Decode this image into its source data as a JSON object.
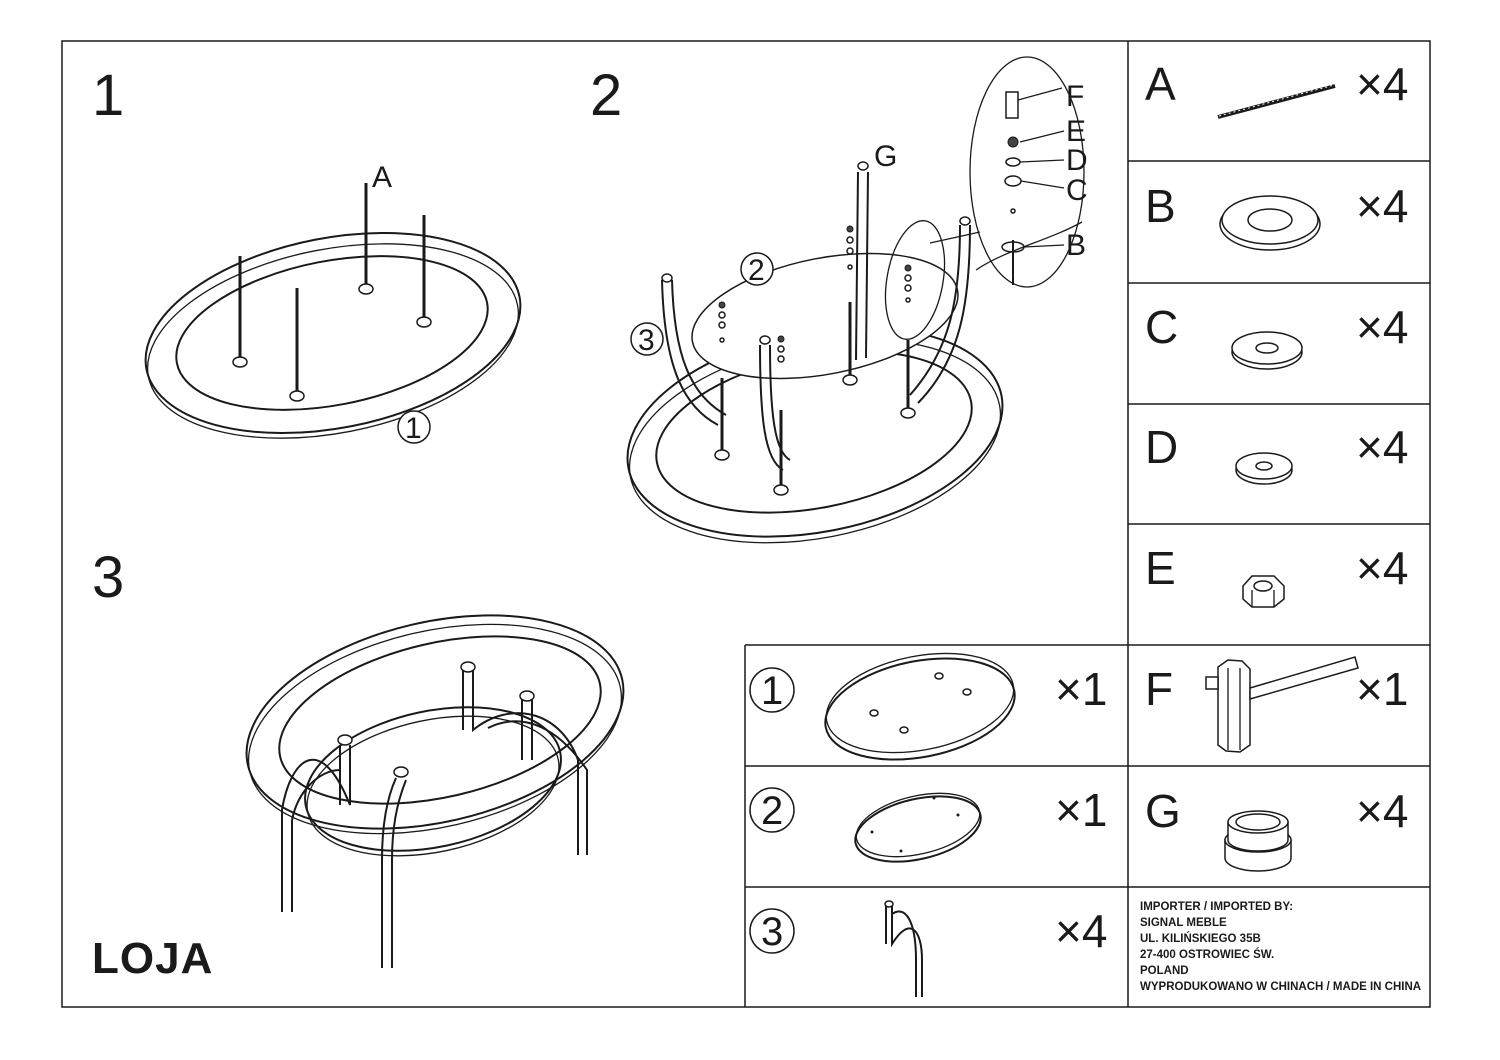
{
  "title": "LOJA",
  "steps": [
    "1",
    "2",
    "3"
  ],
  "step1": {
    "callout_A": "A",
    "part_ref": "1"
  },
  "step2": {
    "callout_G": "G",
    "part_ref_2": "2",
    "part_ref_3": "3",
    "detail": [
      "F",
      "E",
      "D",
      "C",
      "B"
    ]
  },
  "hardware": [
    {
      "letter": "A",
      "qty": "×4",
      "icon": "threaded-rod-icon"
    },
    {
      "letter": "B",
      "qty": "×4",
      "icon": "suction-pad-icon"
    },
    {
      "letter": "C",
      "qty": "×4",
      "icon": "large-washer-icon"
    },
    {
      "letter": "D",
      "qty": "×4",
      "icon": "small-washer-icon"
    },
    {
      "letter": "E",
      "qty": "×4",
      "icon": "hex-nut-icon"
    },
    {
      "letter": "F",
      "qty": "×1",
      "icon": "socket-wrench-icon"
    },
    {
      "letter": "G",
      "qty": "×4",
      "icon": "leg-cap-icon"
    }
  ],
  "parts": [
    {
      "num": "1",
      "qty": "×1",
      "icon": "top-glass-icon"
    },
    {
      "num": "2",
      "qty": "×1",
      "icon": "lower-glass-icon"
    },
    {
      "num": "3",
      "qty": "×4",
      "icon": "leg-icon"
    }
  ],
  "importer": [
    "IMPORTER / IMPORTED BY:",
    "SIGNAL MEBLE",
    "UL. KILIŃSKIEGO 35B",
    "27-400 OSTROWIEC ŚW.",
    "POLAND",
    "WYPRODUKOWANO W CHINACH / MADE IN CHINA"
  ]
}
